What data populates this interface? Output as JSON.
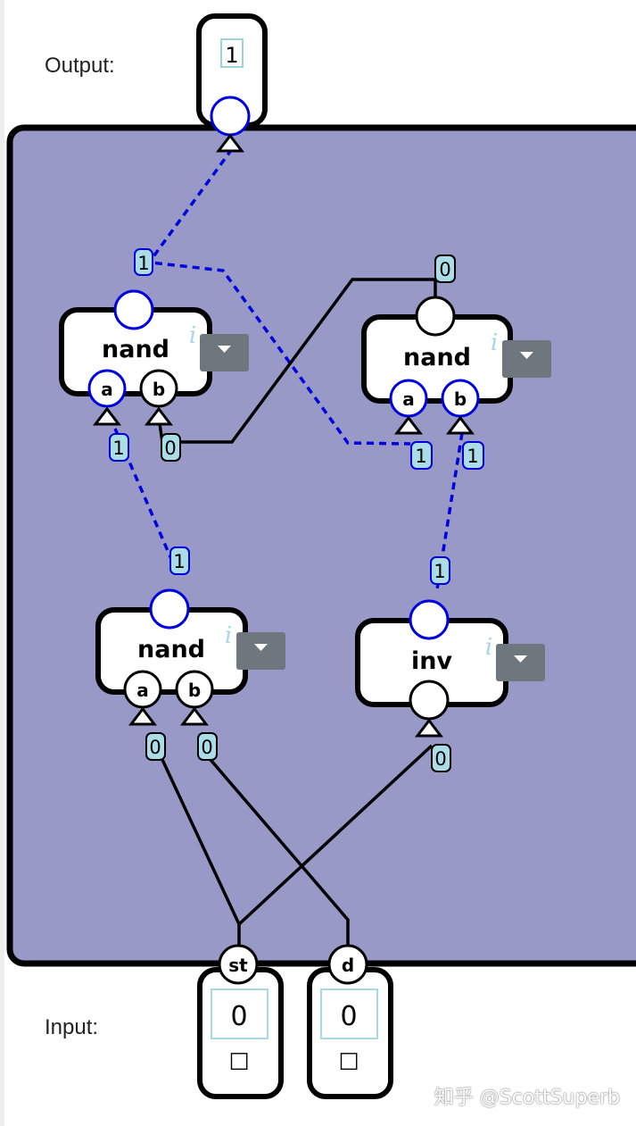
{
  "labels": {
    "output": "Output:",
    "input": "Input:"
  },
  "output": {
    "value": "1"
  },
  "inputs": [
    {
      "name": "st",
      "value": "0",
      "checkbox": "☐"
    },
    {
      "name": "d",
      "value": "0",
      "checkbox": "☐"
    }
  ],
  "gates": [
    {
      "id": "nand1",
      "type": "nand",
      "ports": [
        "a",
        "b"
      ],
      "info": "i"
    },
    {
      "id": "nand2",
      "type": "nand",
      "ports": [
        "a",
        "b"
      ],
      "info": "i"
    },
    {
      "id": "nand3",
      "type": "nand",
      "ports": [
        "a",
        "b"
      ],
      "info": "i"
    },
    {
      "id": "inv1",
      "type": "inv",
      "ports": [],
      "info": "i"
    }
  ],
  "wire_values": {
    "out_nand1": "1",
    "out_nand2": "0",
    "nand1_a": "1",
    "nand1_b": "0",
    "nand2_a": "1",
    "nand2_b": "1",
    "out_nand3": "1",
    "out_inv": "1",
    "nand3_a": "0",
    "nand3_b": "0",
    "inv_in": "0"
  },
  "watermark": "知乎 @ScottSuperb",
  "colors": {
    "board": "#9999c8",
    "high": "#0000dd",
    "low": "#000000",
    "value_bg": "#aadde8",
    "dropdown": "#6e767e",
    "info": "#a8d4ec"
  }
}
